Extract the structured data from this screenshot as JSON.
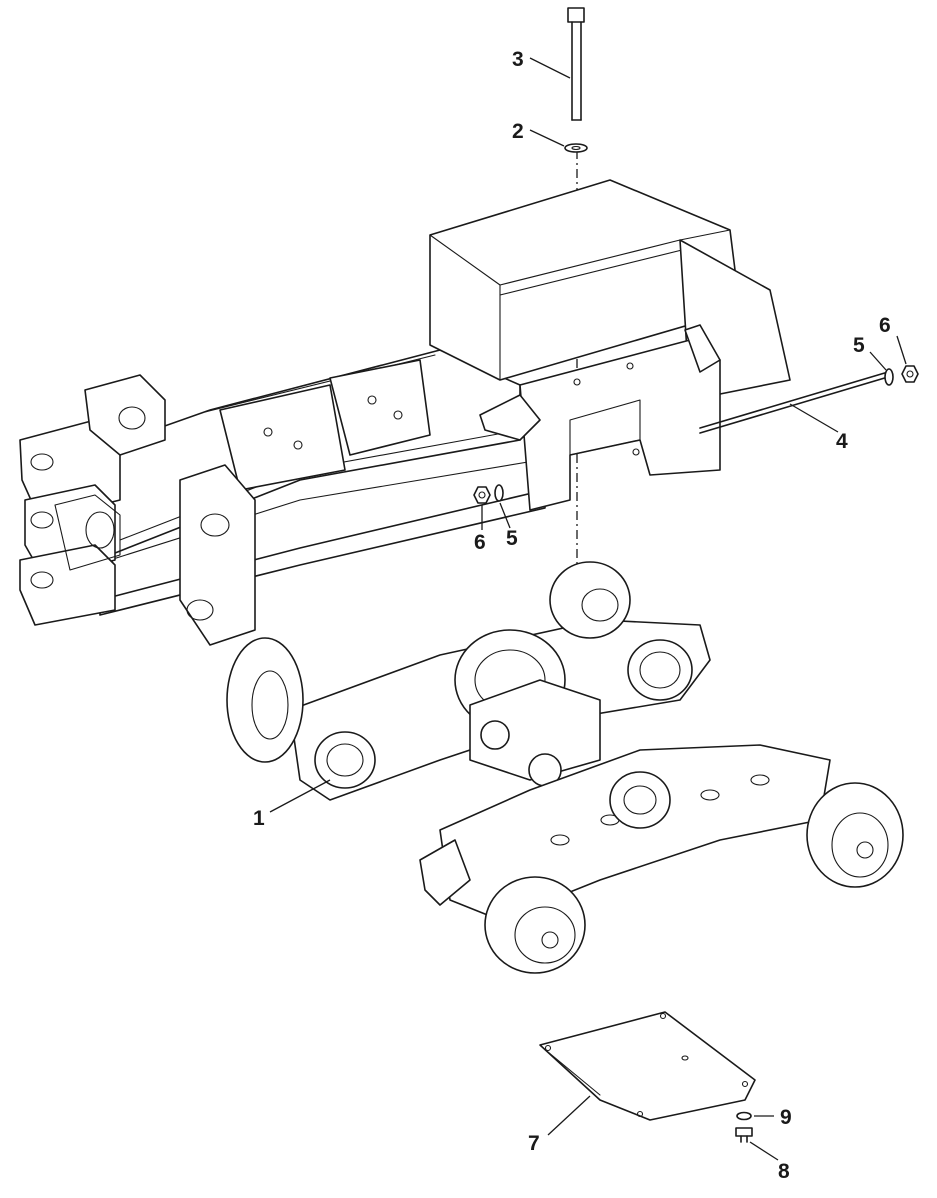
{
  "callouts": {
    "c1": "1",
    "c2": "2",
    "c3": "3",
    "c4": "4",
    "c5a": "5",
    "c5b": "5",
    "c6a": "6",
    "c6b": "6",
    "c7": "7",
    "c8": "8",
    "c9": "9"
  }
}
